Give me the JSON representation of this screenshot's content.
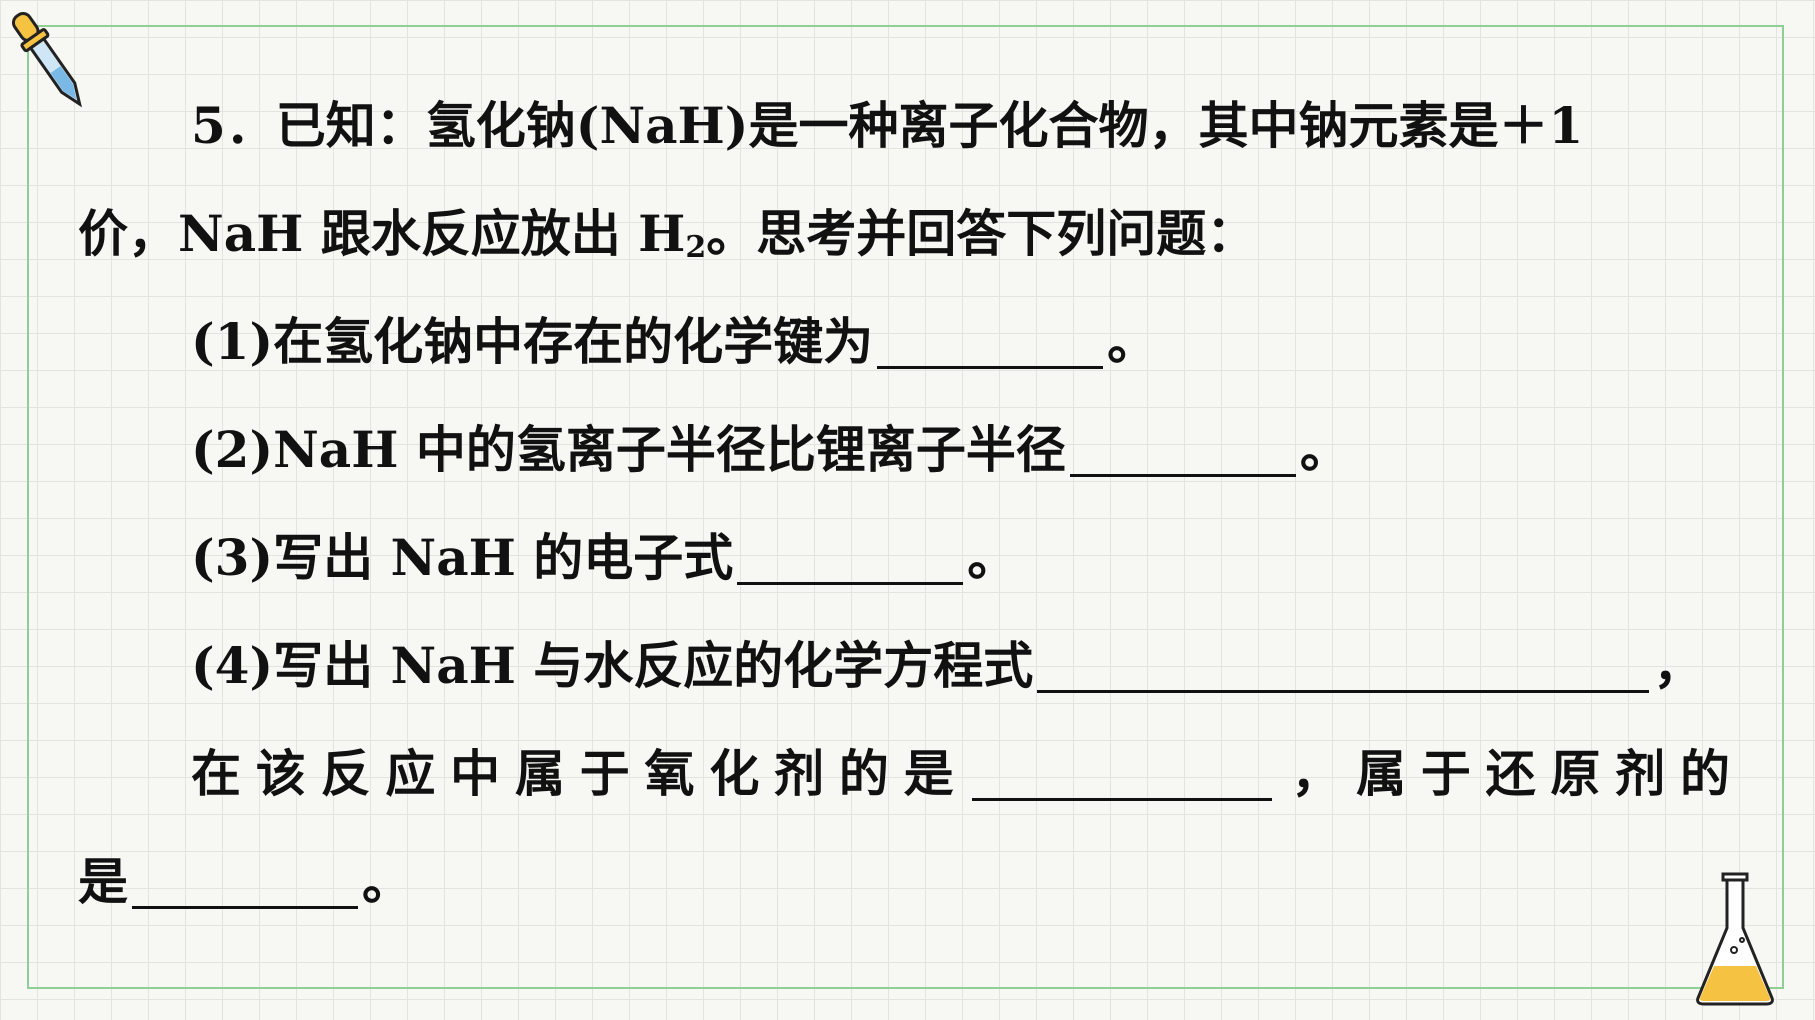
{
  "question": {
    "line1": "5．已知：氢化钠(NaH)是一种离子化合物，其中钠元素是＋1",
    "line2_pre": "价，NaH 跟水反应放出 H",
    "line2_sub": "2",
    "line2_post": "。思考并回答下列问题：",
    "q1_text": "(1)在氢化钠中存在的化学键为",
    "q1_end": "。",
    "q2_text": "(2)NaH 中的氢离子半径比锂离子半径",
    "q2_end": "。",
    "q3_text": "(3)写出 NaH 的电子式",
    "q3_end": "。",
    "q4_text": "(4)写出 NaH 与水反应的化学方程式",
    "q4_end": "，",
    "q4b_pre": "在该反应中属于氧化剂的是",
    "q4b_mid": "，属于还原剂的",
    "q4c_pre": "是",
    "q4c_end": "。"
  },
  "decor": {
    "dropper_icon": "dropper-icon",
    "flask_icon": "flask-icon",
    "frame_color": "#8fcf95",
    "liquid_color": "#f5c242"
  }
}
